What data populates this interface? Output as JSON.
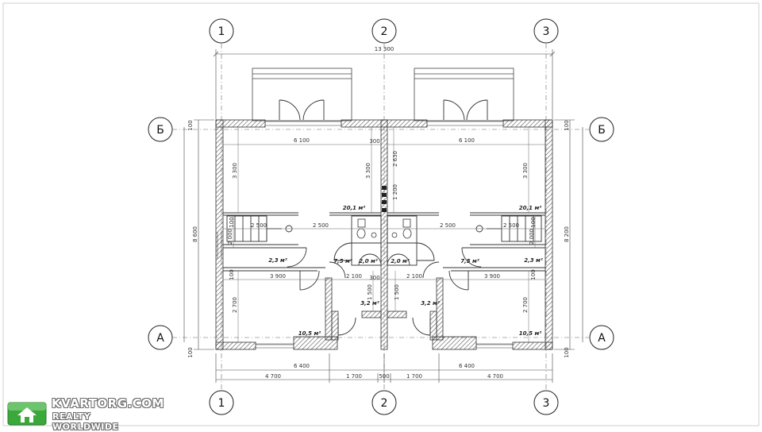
{
  "grid": {
    "top": [
      "1",
      "2",
      "3"
    ],
    "bottom": [
      "1",
      "2",
      "3"
    ],
    "left": [
      "Б",
      "А"
    ],
    "right": [
      "Б",
      "А"
    ]
  },
  "dimensions": {
    "overall_top": "13 300",
    "height_left": "8 600",
    "height_right": "8 200",
    "room_width_left": "6 100",
    "room_width_right": "6 100",
    "living_height_left": "3 300",
    "living_height_mid": "3 300",
    "living_height_right": "3 300",
    "mid_upper": "2 630",
    "mid_lower": "1 200",
    "wall_300_a": "300",
    "wall_300_b": "300",
    "wall_100_tl": "100",
    "wall_100_tr": "100",
    "wall_100_bl": "100",
    "wall_100_br": "100",
    "stair_left": "2 500",
    "hall_left": "2 500",
    "hall_right": "2 500",
    "stair_right": "2 500",
    "stair_h_left": "2 000",
    "stair_h_right": "2 000",
    "bed_width_left": "3 900",
    "bed_width_right": "3 900",
    "corr_left": "2 100",
    "corr_right": "2 100",
    "corr_mid_l": "1 500",
    "corr_mid_r": "1 500",
    "bed_height_left": "2 700",
    "bed_height_right": "2 700",
    "bottom_left_6400": "6 400",
    "bottom_right_6400": "6 400",
    "bottom_4700_left": "4 700",
    "bottom_1700_left": "1 700",
    "bottom_500": "500",
    "bottom_1700_right": "1 700",
    "bottom_4700_right": "4 700",
    "side_100_a": "100",
    "side_100_b": "100",
    "side_100_c": "100",
    "side_100_d": "100"
  },
  "areas": {
    "living_left": "20,1 м²",
    "living_right": "20,1 м²",
    "stair_left": "2,3 м²",
    "stair_right": "2,3 м²",
    "hall_left": "7,5 м²",
    "hall_right": "7,5 м²",
    "wc_left": "2,0 м²",
    "wc_right": "2,0 м²",
    "entry_left": "3,2 м²",
    "entry_right": "3,2 м²",
    "bed_left": "10,5 м²",
    "bed_right": "10,5 м²"
  },
  "colors": {
    "line": "#333333",
    "wall_hatch": "#555555",
    "logo_green": "#3aa83a"
  },
  "watermark": {
    "title": "KVARTORG.COM",
    "subtitle": "REALTY WORLDWIDE",
    "icon": "house-logo-icon"
  }
}
